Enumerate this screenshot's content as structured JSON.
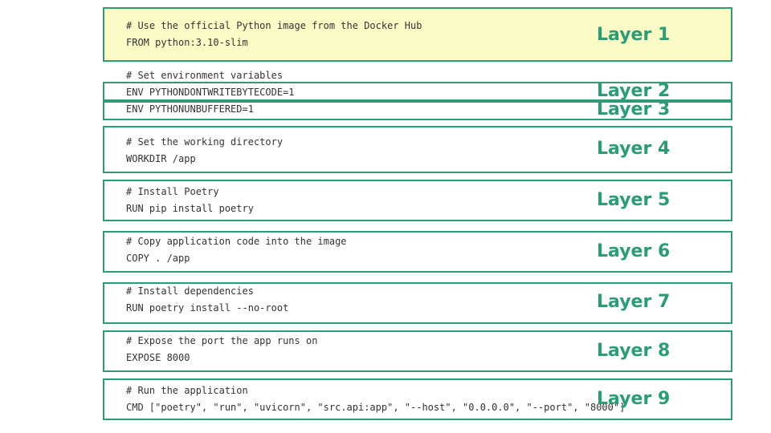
{
  "accent_color": "#2a9d74",
  "highlight_color": "#fbfbc6",
  "code_lines": [
    "# Use the official Python image from the Docker Hub",
    "FROM python:3.10-slim",
    "# Set environment variables",
    "ENV PYTHONDONTWRITEBYTECODE=1",
    "ENV PYTHONUNBUFFERED=1",
    "# Set the working directory",
    "WORKDIR /app",
    "# Install Poetry",
    "RUN pip install poetry",
    "# Copy application code into the image",
    "COPY . /app",
    "# Install dependencies",
    "RUN poetry install --no-root",
    "# Expose the port the app runs on",
    "EXPOSE 8000",
    "# Run the application",
    "CMD [\"poetry\", \"run\", \"uvicorn\", \"src.api:app\", \"--host\", \"0.0.0.0\", \"--port\", \"8000\"]"
  ],
  "layers": [
    {
      "label": "Layer 1"
    },
    {
      "label": "Layer 2"
    },
    {
      "label": "Layer 3"
    },
    {
      "label": "Layer 4"
    },
    {
      "label": "Layer 5"
    },
    {
      "label": "Layer 6"
    },
    {
      "label": "Layer 7"
    },
    {
      "label": "Layer 8"
    },
    {
      "label": "Layer 9"
    }
  ]
}
